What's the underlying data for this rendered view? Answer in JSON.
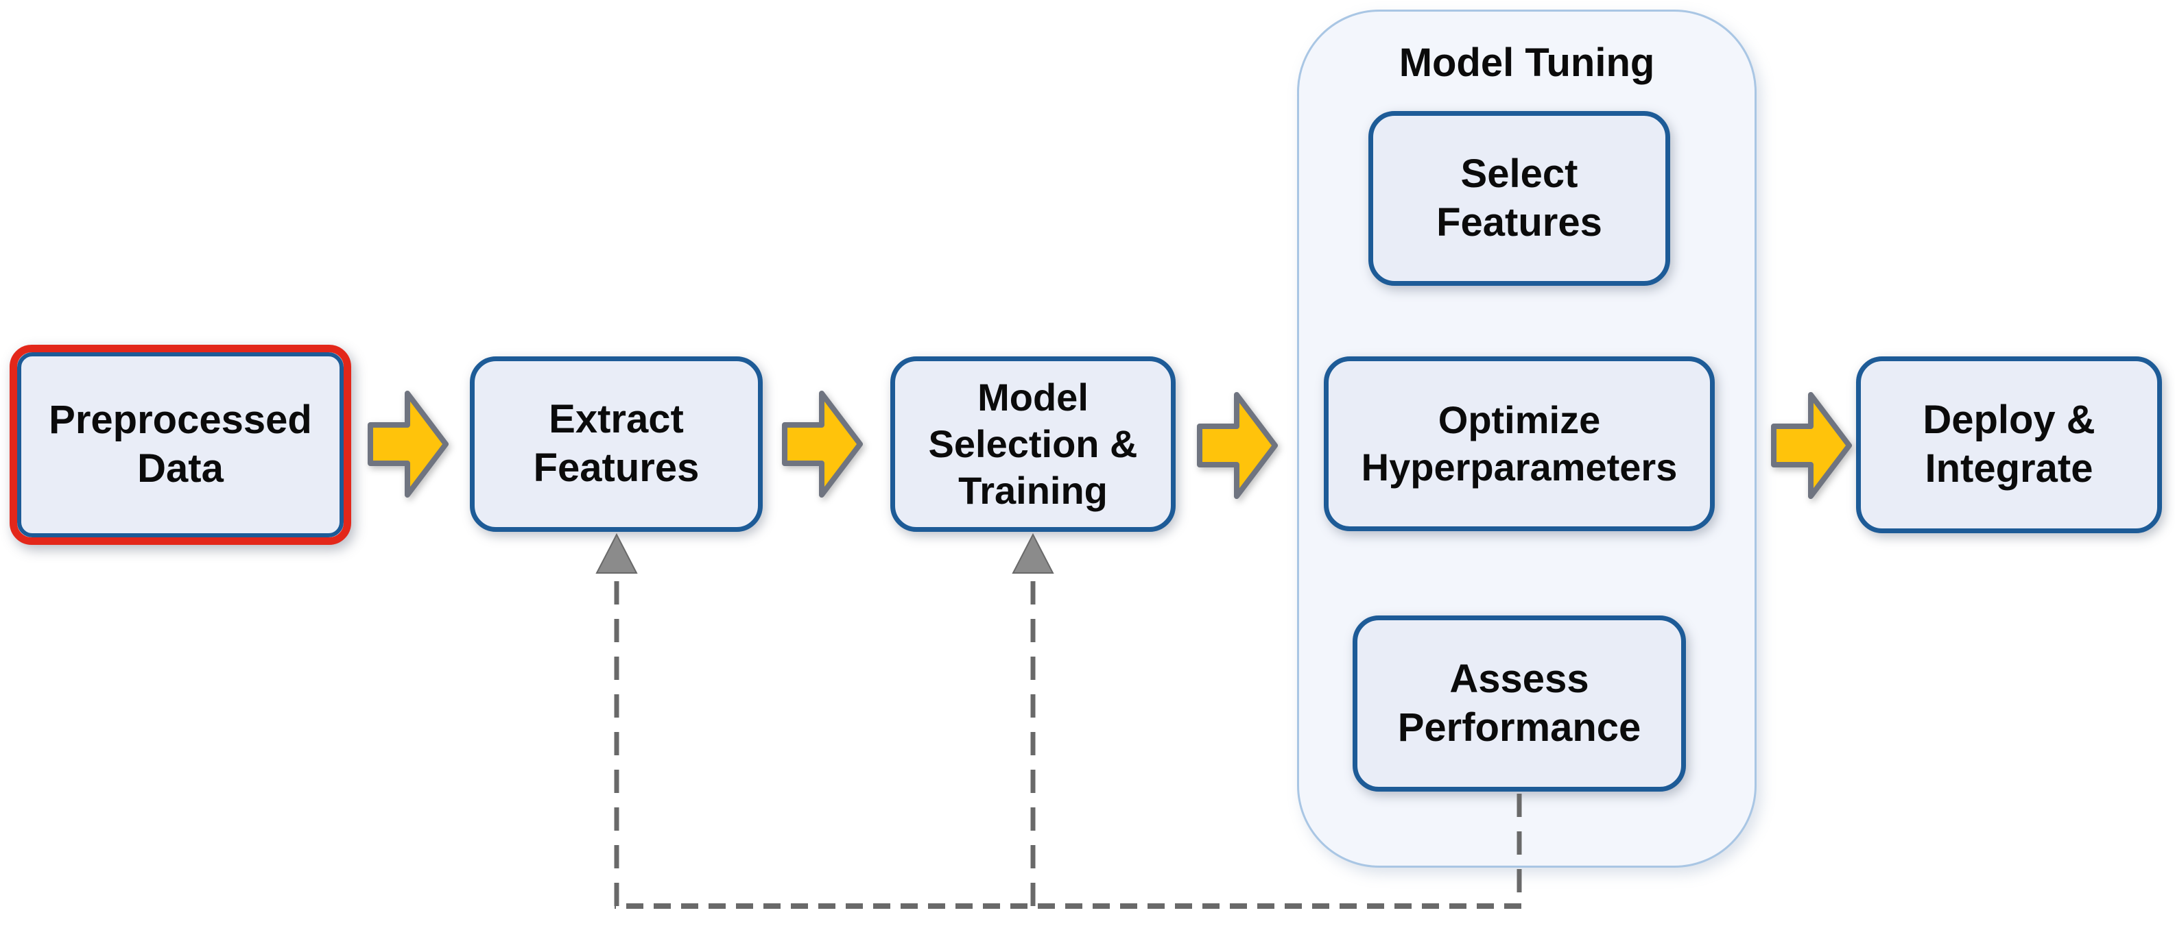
{
  "colors": {
    "accent_blue": "#1d5b97",
    "node_fill": "#e9edf7",
    "group_fill": "#f3f6fc",
    "group_border": "#a9c6e4",
    "highlight_red": "#e3271a",
    "arrow_yellow": "#ffc30b",
    "arrow_outline": "#6f7480",
    "connector_gray": "#696969",
    "feedback_head_gray": "#8b8b8b"
  },
  "diagram": {
    "tuning_group": {
      "title": "Model Tuning"
    },
    "nodes": {
      "preprocessed_data": {
        "lines": [
          "Preprocessed",
          "Data"
        ],
        "selected": true
      },
      "extract_features": {
        "lines": [
          "Extract",
          "Features"
        ]
      },
      "model_selection_training": {
        "lines": [
          "Model",
          "Selection &",
          "Training"
        ]
      },
      "select_features": {
        "lines": [
          "Select",
          "Features"
        ]
      },
      "optimize_hyperparameters": {
        "lines": [
          "Optimize",
          "Hyperparameters"
        ]
      },
      "assess_performance": {
        "lines": [
          "Assess",
          "Performance"
        ]
      },
      "deploy_integrate": {
        "lines": [
          "Deploy &",
          "Integrate"
        ]
      }
    }
  }
}
